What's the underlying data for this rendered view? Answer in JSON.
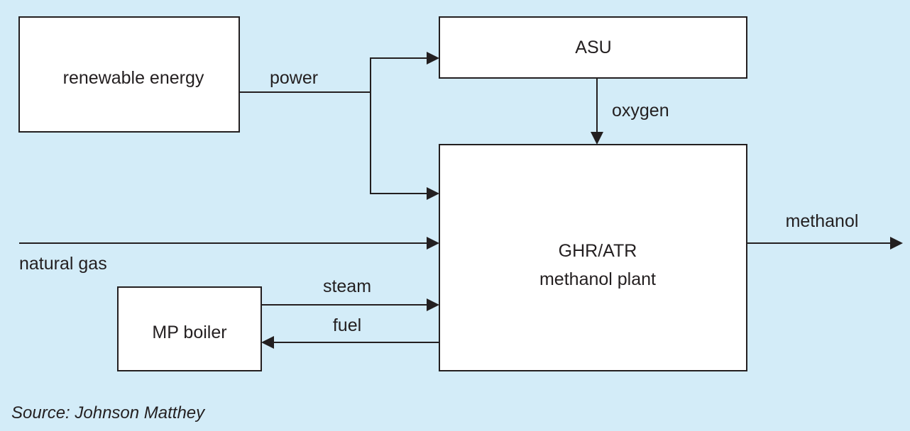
{
  "colors": {
    "background": "#d3ecf8",
    "box_fill": "#ffffff",
    "line": "#231f20"
  },
  "nodes": {
    "renewable": "renewable energy",
    "asu": "ASU",
    "plant_line1": "GHR/ATR",
    "plant_line2": "methanol plant",
    "boiler": "MP boiler"
  },
  "flows": {
    "power": "power",
    "oxygen": "oxygen",
    "natural_gas": "natural gas",
    "methanol": "methanol",
    "steam": "steam",
    "fuel": "fuel"
  },
  "source": "Source: Johnson Matthey"
}
